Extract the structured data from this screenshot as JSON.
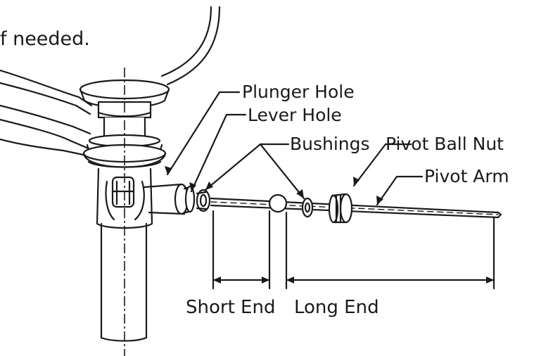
{
  "instruction_fragment": "f needed.",
  "labels": {
    "plunger_hole": "Plunger Hole",
    "lever_hole": "Lever Hole",
    "bushings": "Bushings",
    "pivot_ball_nut": "Pivot Ball Nut",
    "pivot_arm": "Pivot Arm",
    "short_end": "Short End",
    "long_end": "Long End"
  },
  "colors": {
    "ink": "#1a1a1a",
    "background": "#ffffff",
    "part_fill": "#ffffff",
    "shade": "#d9d9d9"
  }
}
